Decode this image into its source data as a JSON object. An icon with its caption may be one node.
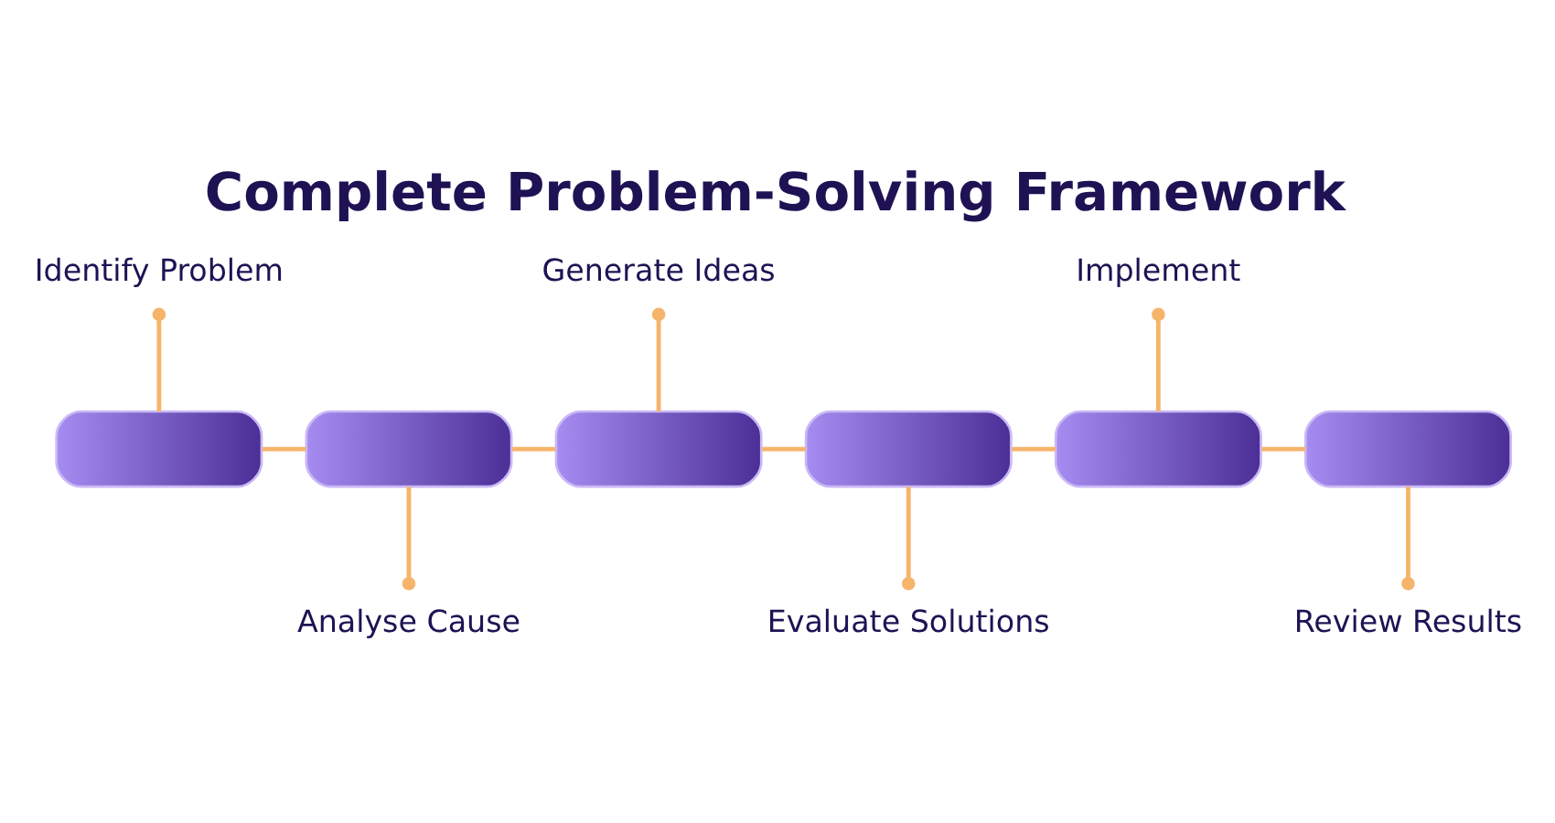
{
  "diagram": {
    "title": "Complete Problem-Solving Framework",
    "nodes": [
      {
        "text": [
          "Identify Problem"
        ]
      },
      {
        "text": [],
        "shape": "box"
      },
      {
        "text": [
          "Analyse Cause"
        ]
      },
      {
        "text": [],
        "shape": "box"
      },
      {
        "text": [
          "Generate Ideas"
        ]
      },
      {
        "text": [],
        "shape": "box"
      },
      {
        "text": [
          "Evaluate Solutions"
        ]
      },
      {
        "text": [],
        "shape": "box"
      },
      {
        "text": [
          "Implement"
        ]
      },
      {
        "text": [],
        "shape": "box"
      },
      {
        "text": [
          "Review Results"
        ]
      },
      {
        "text": [],
        "shape": "box"
      }
    ],
    "edges": [
      {
        "from": 1,
        "to": 3,
        "arrow": "none"
      },
      {
        "from": 3,
        "to": 5,
        "arrow": "none"
      },
      {
        "from": 5,
        "to": 7,
        "arrow": "none"
      },
      {
        "from": 7,
        "to": 9,
        "arrow": "none"
      },
      {
        "from": 9,
        "to": 11,
        "arrow": "none"
      },
      {
        "from": 0,
        "to": 1,
        "arrow": "other"
      },
      {
        "from": 2,
        "to": 3,
        "arrow": "other"
      },
      {
        "from": 4,
        "to": 5,
        "arrow": "other"
      },
      {
        "from": 6,
        "to": 7,
        "arrow": "other"
      },
      {
        "from": 8,
        "to": 9,
        "arrow": "other"
      },
      {
        "from": 10,
        "to": 11,
        "arrow": "other"
      }
    ]
  }
}
